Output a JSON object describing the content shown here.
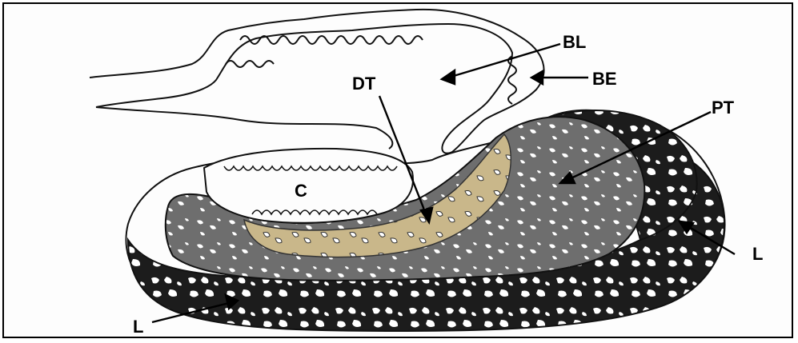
{
  "labels": {
    "bl": "BL",
    "be": "BE",
    "dt": "DT",
    "pt": "PT",
    "c": "C",
    "l_right": "L",
    "l_left": "L"
  },
  "colors": {
    "outline": "#111111",
    "dark_tissue": "#1a1a1a",
    "gray_tissue": "#6e6e6e",
    "tan_tissue": "#c9b78a",
    "background": "#fdfdfd"
  }
}
